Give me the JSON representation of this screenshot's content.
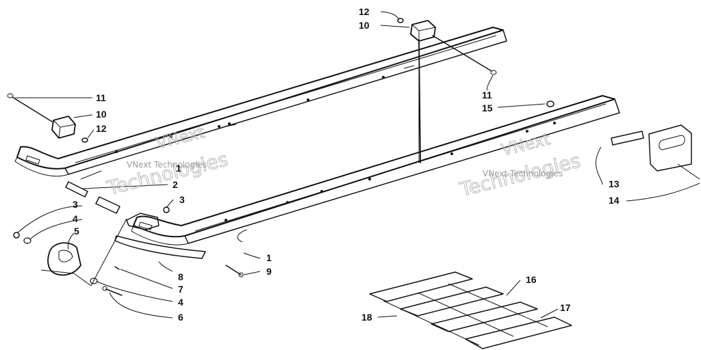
{
  "watermark": {
    "line1": "VNext",
    "line2": "Technologies",
    "small": "VNext Technologies"
  },
  "callouts": [
    {
      "id": "c1a",
      "label": "1"
    },
    {
      "id": "c1b",
      "label": "1"
    },
    {
      "id": "c2",
      "label": "2"
    },
    {
      "id": "c3a",
      "label": "3"
    },
    {
      "id": "c3b",
      "label": "3"
    },
    {
      "id": "c4a",
      "label": "4"
    },
    {
      "id": "c4b",
      "label": "4"
    },
    {
      "id": "c5",
      "label": "5"
    },
    {
      "id": "c6",
      "label": "6"
    },
    {
      "id": "c7",
      "label": "7"
    },
    {
      "id": "c8",
      "label": "8"
    },
    {
      "id": "c9",
      "label": "9"
    },
    {
      "id": "c10a",
      "label": "10"
    },
    {
      "id": "c10b",
      "label": "10"
    },
    {
      "id": "c11a",
      "label": "11"
    },
    {
      "id": "c11b",
      "label": "11"
    },
    {
      "id": "c12a",
      "label": "12"
    },
    {
      "id": "c12b",
      "label": "12"
    },
    {
      "id": "c13",
      "label": "13"
    },
    {
      "id": "c14",
      "label": "14"
    },
    {
      "id": "c15",
      "label": "15"
    },
    {
      "id": "c16",
      "label": "16"
    },
    {
      "id": "c17",
      "label": "17"
    },
    {
      "id": "c18",
      "label": "18"
    }
  ]
}
